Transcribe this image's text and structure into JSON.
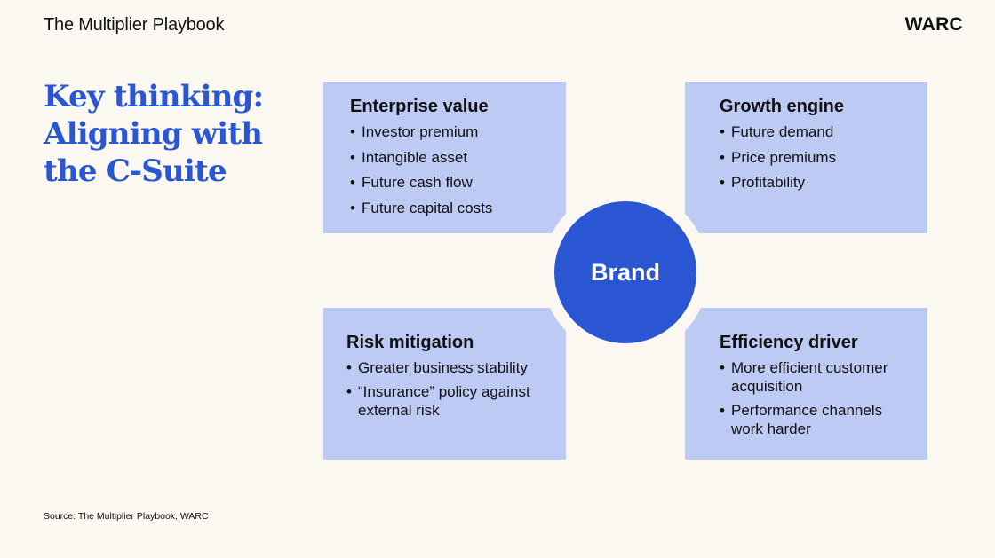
{
  "header": {
    "title": "The Multiplier Playbook",
    "logo": "WARC"
  },
  "heading": {
    "lines": [
      "Key thinking:",
      "Aligning with",
      "the C-Suite"
    ],
    "color": "#2a56d4"
  },
  "center": {
    "label": "Brand",
    "color": "#2a56d4"
  },
  "quadrants": {
    "top_left": {
      "title": "Enterprise value",
      "items": [
        "Investor premium",
        "Intangible asset",
        "Future cash flow",
        "Future capital costs"
      ]
    },
    "top_right": {
      "title": "Growth engine",
      "items": [
        "Future demand",
        "Price premiums",
        "Profitability"
      ]
    },
    "bottom_left": {
      "title": "Risk mitigation",
      "items": [
        "Greater business stability",
        "“Insurance” policy against external risk"
      ]
    },
    "bottom_right": {
      "title": "Efficiency driver",
      "items": [
        "More efficient customer acquisition",
        "Performance channels work harder"
      ]
    }
  },
  "box_color": "#bdcaf4",
  "background_color": "#faf8f1",
  "source": "Source: The Multiplier Playbook, WARC"
}
